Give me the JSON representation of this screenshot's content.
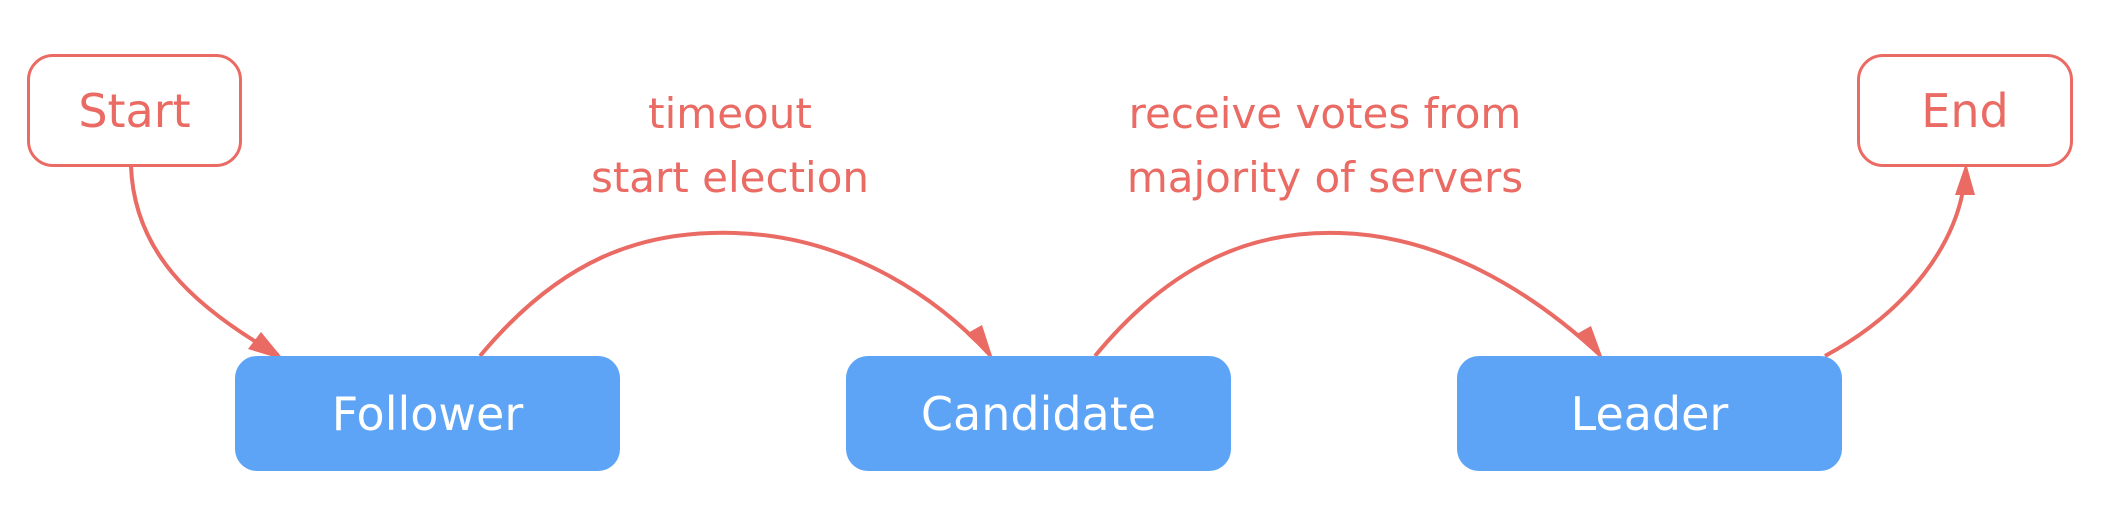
{
  "colors": {
    "accent": "#ea6a64",
    "state_fill": "#5ea4f6",
    "state_text": "#ffffff",
    "background": "#ffffff"
  },
  "nodes": {
    "start": {
      "label": "Start"
    },
    "follower": {
      "label": "Follower"
    },
    "candidate": {
      "label": "Candidate"
    },
    "leader": {
      "label": "Leader"
    },
    "end": {
      "label": "End"
    }
  },
  "edges": {
    "follower_to_candidate": {
      "lines": [
        "timeout",
        "start election"
      ]
    },
    "candidate_to_leader": {
      "lines": [
        "receive votes from",
        "majority of servers"
      ]
    }
  }
}
